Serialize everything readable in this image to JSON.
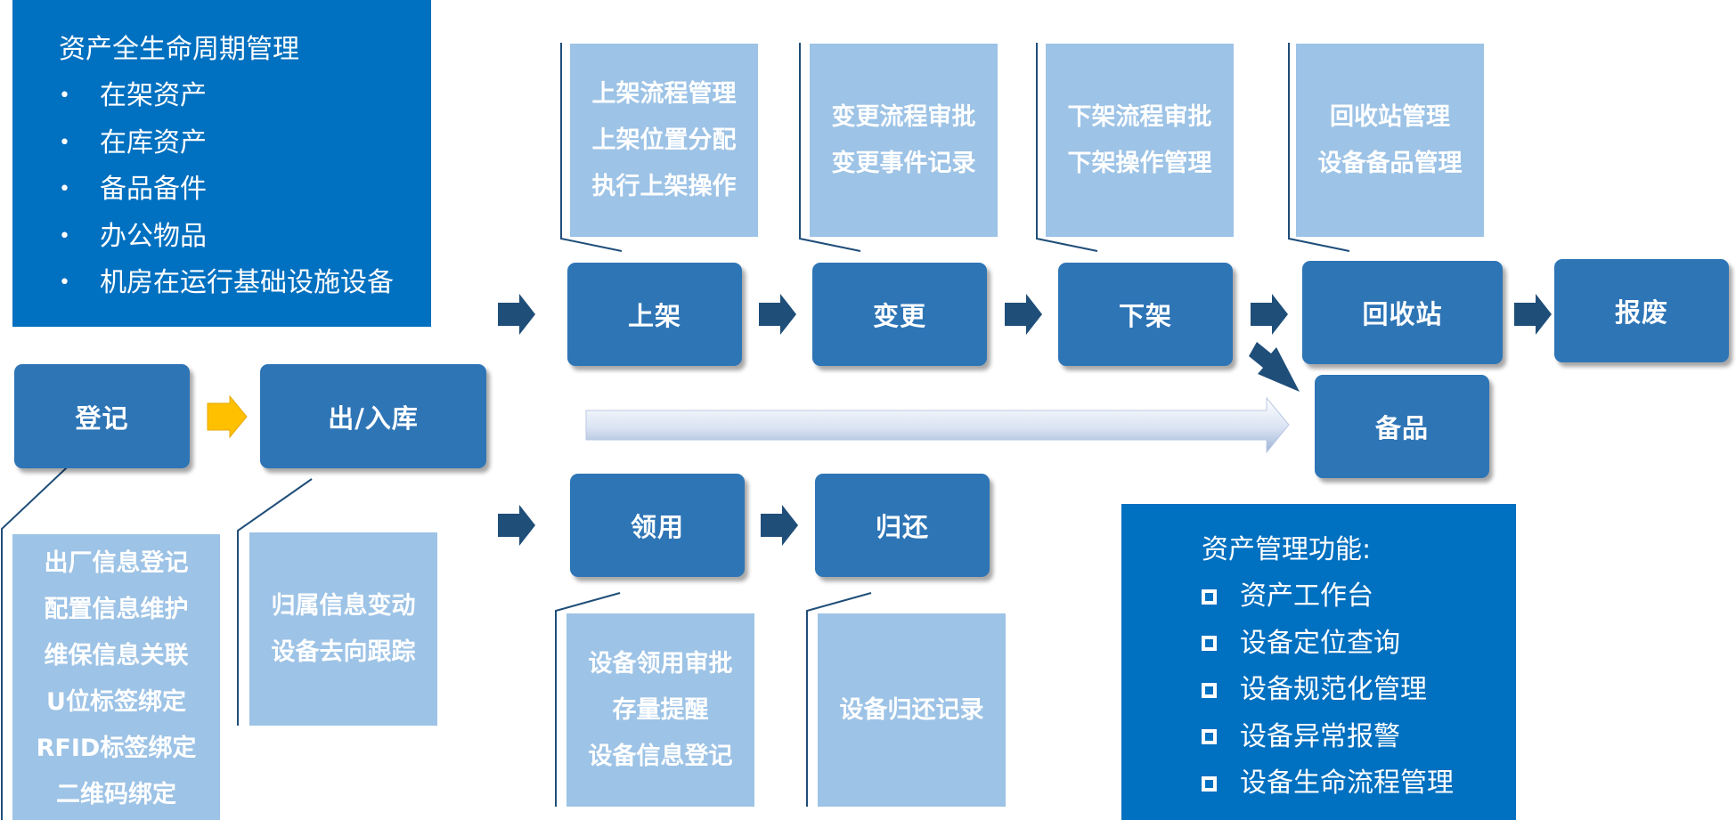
{
  "lifecycle_panel": {
    "title": "资产全生命周期管理",
    "items": [
      "在架资产",
      "在库资产",
      "备品备件",
      "办公物品",
      "机房在运行基础设施设备"
    ]
  },
  "function_panel": {
    "title": "资产管理功能:",
    "items": [
      "资产工作台",
      "设备定位查询",
      "设备规范化管理",
      "设备异常报警",
      "设备生命流程管理"
    ]
  },
  "nodes": {
    "register": "登记",
    "in_out": "出/入库",
    "shelve": "上架",
    "change": "变更",
    "unshelve": "下架",
    "recycle": "回收站",
    "scrap": "报废",
    "spare": "备品",
    "collect": "领用",
    "return": "归还"
  },
  "notes": {
    "shelve": [
      "上架流程管理",
      "上架位置分配",
      "执行上架操作"
    ],
    "change": [
      "变更流程审批",
      "变更事件记录"
    ],
    "unshelve": [
      "下架流程审批",
      "下架操作管理"
    ],
    "recycle": [
      "回收站管理",
      "设备备品管理"
    ],
    "register": [
      "出厂信息登记",
      "配置信息维护",
      "维保信息关联",
      "U位标签绑定",
      "RFID标签绑定",
      "二维码绑定"
    ],
    "in_out": [
      "归属信息变动",
      "设备去向跟踪"
    ],
    "collect": [
      "设备领用审批",
      "存量提醒",
      "设备信息登记"
    ],
    "return": [
      "设备归还记录"
    ]
  },
  "colors": {
    "panel": "#0070c0",
    "node": "#2e75b6",
    "note": "#9dc3e6",
    "arrow": "#1f4e79",
    "highlight_arrow": "#ffc000"
  }
}
